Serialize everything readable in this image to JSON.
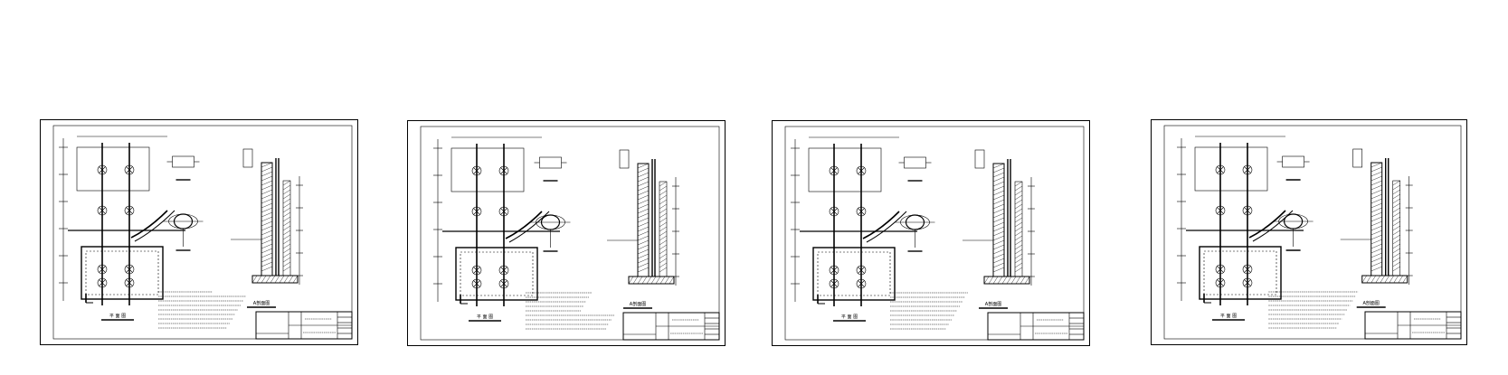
{
  "sheets": [
    {
      "id": 1,
      "plan_label": "平 面 图",
      "section_label": "A剖面图"
    },
    {
      "id": 2,
      "plan_label": "平 面 图",
      "section_label": "A剖面图"
    },
    {
      "id": 3,
      "plan_label": "平 面 图",
      "section_label": "A剖面图"
    },
    {
      "id": 4,
      "plan_label": "平 面 图",
      "section_label": "A剖面图"
    }
  ],
  "colors": {
    "line": "#000000",
    "paper": "#ffffff",
    "hatch": "#000000"
  }
}
